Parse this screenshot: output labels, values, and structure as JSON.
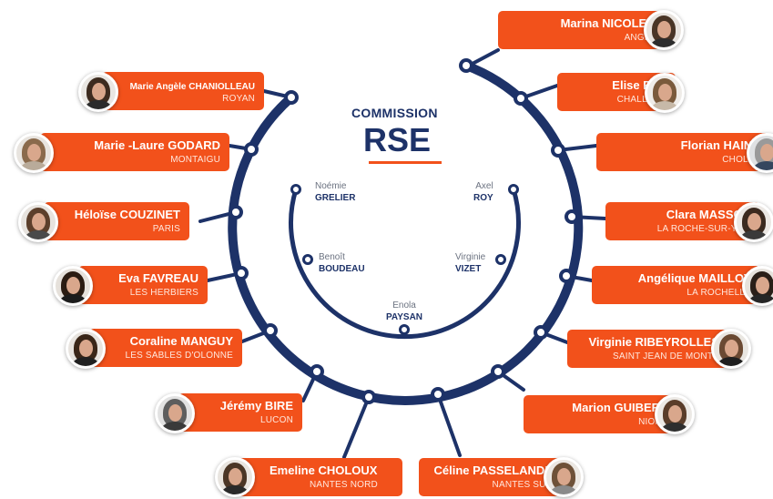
{
  "title": {
    "line1": "COMMISSION",
    "line2": "RSE"
  },
  "colors": {
    "accent": "#f2511b",
    "navy": "#1d3268",
    "white": "#ffffff"
  },
  "members": [
    {
      "name": "Marina NICOLEAU",
      "city": "ANGERS"
    },
    {
      "name": "Elise RAT",
      "city": "CHALLANS"
    },
    {
      "name": "Florian HAINE",
      "city": "CHOLET"
    },
    {
      "name": "Clara  MASSON",
      "city": "LA ROCHE-SUR-YON"
    },
    {
      "name": "Angélique MAILLOT",
      "city": "LA ROCHELLE"
    },
    {
      "name": "Virginie RIBEYROLLES",
      "city": "SAINT JEAN DE MONTS"
    },
    {
      "name": "Marion GUIBERT",
      "city": "NIORT"
    },
    {
      "name": "Céline PASSELANDE",
      "city": "NANTES SUD"
    },
    {
      "name": "Emeline CHOLOUX",
      "city": "NANTES NORD"
    },
    {
      "name": "Jérémy BIRE",
      "city": "LUCON"
    },
    {
      "name": "Coraline MANGUY",
      "city": "LES SABLES D'OLONNE"
    },
    {
      "name": "Eva FAVREAU",
      "city": "LES HERBIERS"
    },
    {
      "name": "Héloïse COUZINET",
      "city": "PARIS"
    },
    {
      "name": "Marie -Laure GODARD",
      "city": "MONTAIGU"
    },
    {
      "name": "Marie Angèle CHANIOLLEAU",
      "city": "ROYAN"
    }
  ],
  "inner_members": [
    {
      "first": "Noémie",
      "last": "GRELIER"
    },
    {
      "first": "Axel",
      "last": "ROY"
    },
    {
      "first": "Benoît",
      "last": "BOUDEAU"
    },
    {
      "first": "Virginie",
      "last": "VIZET"
    },
    {
      "first": "Enola",
      "last": "PAYSAN"
    }
  ]
}
